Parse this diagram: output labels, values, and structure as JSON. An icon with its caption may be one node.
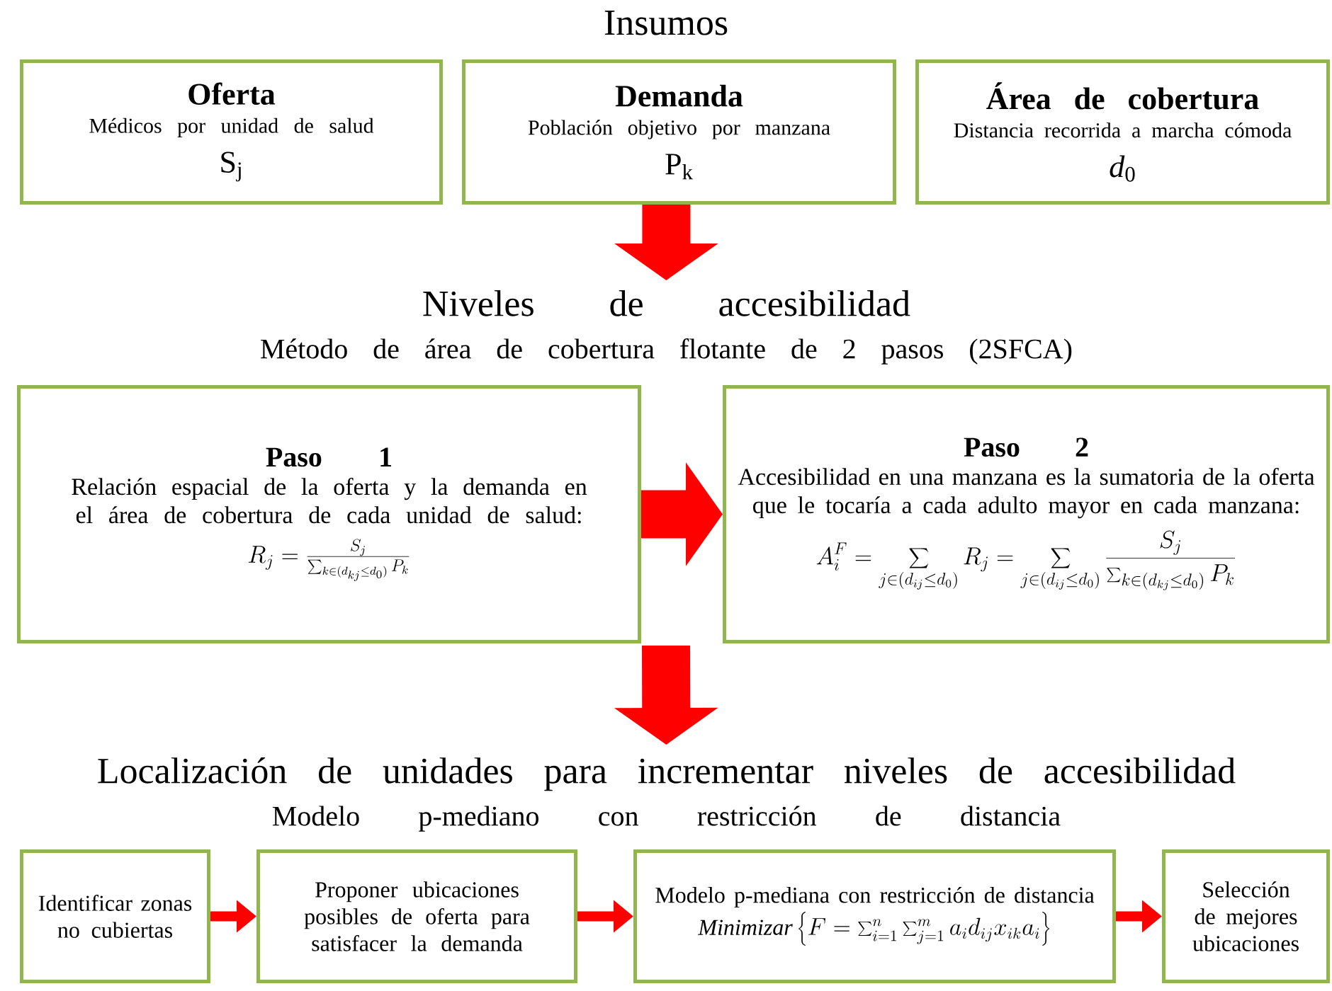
{
  "diagram": {
    "nodes": [
      {
        "text": [
          "Oferta",
          "Médicos por unidad de salud",
          "S$_{j}$"
        ]
      },
      {
        "text": [
          "Demanda",
          "Población objetivo por manzana",
          "P$_{k}$"
        ]
      },
      {
        "text": [
          "Área de cobertura",
          "Distancia recorrida a marcha cómoda",
          "*d*$_{0}$"
        ]
      },
      {
        "text": [
          "Niveles de accesibilidad",
          "Método de área de cobertura flotante de 2 pasos (2SFCA)"
        ]
      },
      {
        "text": [
          "Paso 1",
          "Relación espacial de la oferta y la demanda en el área de cobertura de cada unidad de salud:",
          "R_j = \\frac{S_j}{\\sum_{k\\in(d_{kj}\\le d_0)} P_k}"
        ]
      },
      {
        "text": [
          "Paso 2",
          "Accesibilidad en una manzana es la sumatoria de la oferta que le tocaría a cada adulto mayor en cada manzana:",
          "A_i^F = \\sum_{j\\in(d_{ij}\\le d_0)} R_j = \\sum_{j\\in(d_{ij}\\le d_0)} \\frac{S_j}{\\sum_{k\\in(d_{kj}\\le d_0)} P_k}"
        ]
      },
      {
        "text": [
          "Localización de unidades para incrementar niveles de accesibilidad",
          "Modelo p-mediano con restricción de distancia"
        ]
      },
      {
        "text": [
          "Identificar zonas no cubiertas"
        ]
      },
      {
        "text": [
          "Proponer ubicaciones posibles de oferta para satisfacer la demanda"
        ]
      },
      {
        "text": [
          "Modelo p-mediana con restricción de distancia",
          "\\mathit{Minimizar}\\left\\{F = \\sum_{i=1}^{n}\\sum_{j=1}^{m} a_i d_{ij} x_{ik} a_i\\right\\}"
        ]
      },
      {
        "text": [
          "Selección de mejores ubicaciones"
        ]
      }
    ],
    "edges": [
      {
        "from": 1,
        "to": 3,
        "arrow": "to",
        "style": "thick"
      },
      {
        "from": 4,
        "to": 5,
        "arrow": "to",
        "style": "thick"
      },
      {
        "from": null,
        "to": 6,
        "arrow": "to",
        "style": "thick"
      },
      {
        "from": 7,
        "to": 8,
        "arrow": "to"
      },
      {
        "from": 8,
        "to": 9,
        "arrow": "to"
      },
      {
        "from": 9,
        "to": 10,
        "arrow": "to"
      }
    ],
    "labels": [
      "Insumos"
    ]
  }
}
